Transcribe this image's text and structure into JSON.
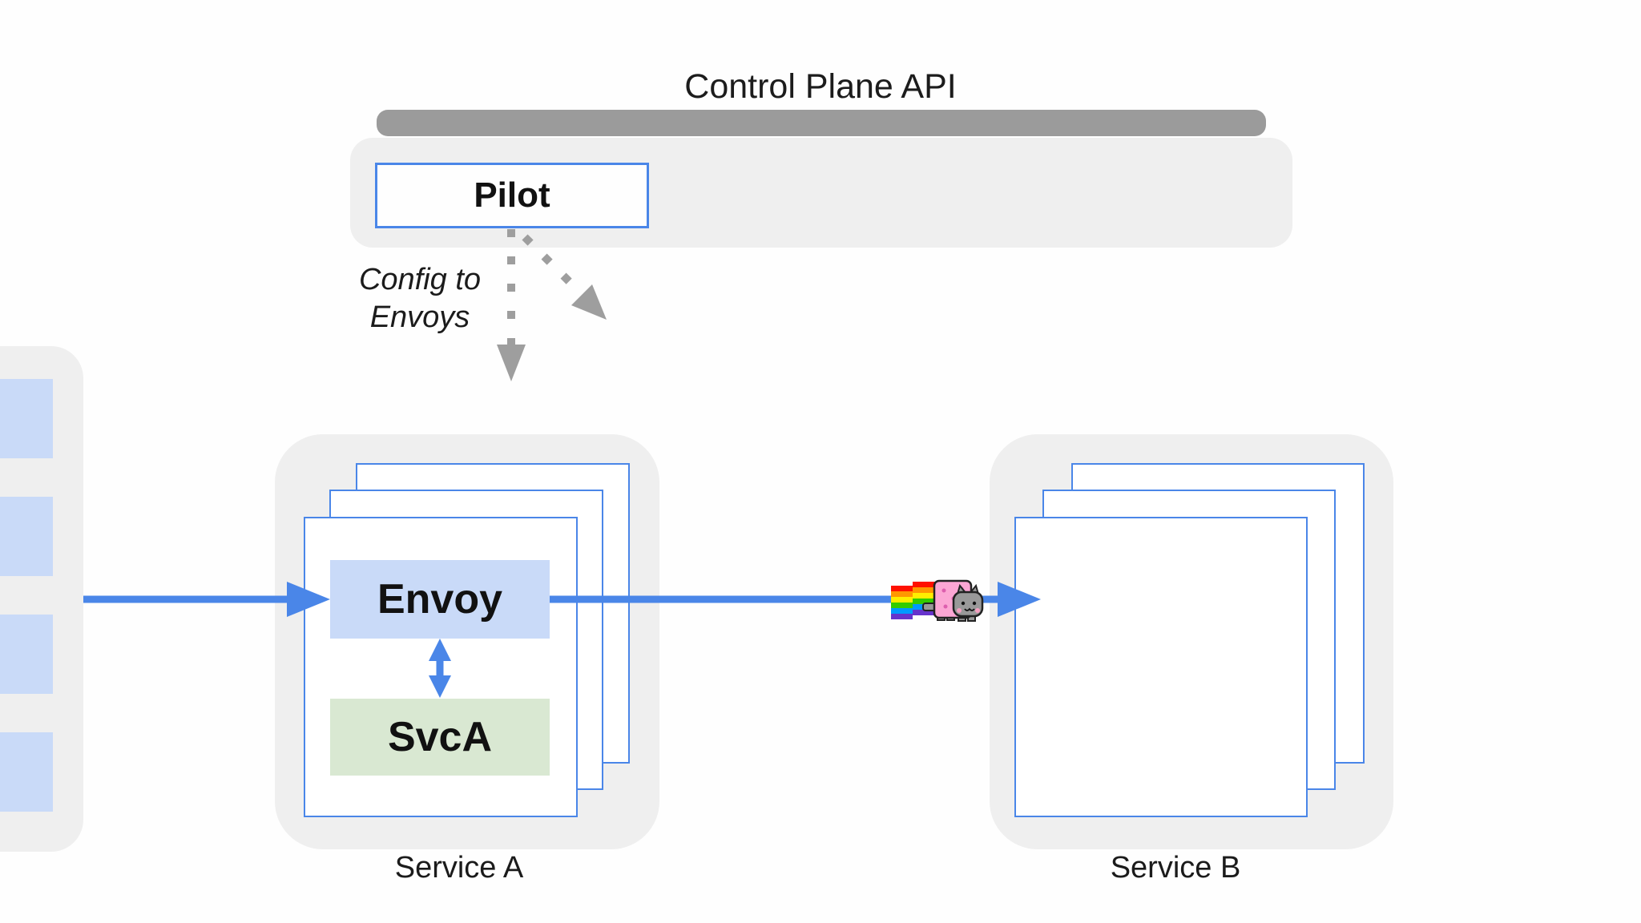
{
  "diagram": {
    "title": "Control Plane API",
    "control_plane": {
      "pilot_label": "Pilot"
    },
    "config_arrow": {
      "label_line1": "Config to",
      "label_line2": "Envoys"
    },
    "client_stack": {
      "square_count": 4
    },
    "service_a": {
      "label": "Service A",
      "replica_cards": 3,
      "envoy_label": "Envoy",
      "svc_label": "SvcA"
    },
    "service_b": {
      "label": "Service B",
      "replica_cards": 3
    },
    "icons": {
      "traffic": "nyan-cat-icon"
    },
    "colors": {
      "accent_blue": "#4a86e8",
      "box_blue_fill": "#c9daf8",
      "box_green_fill": "#d9e8d2",
      "container_gray": "#efefef",
      "bar_gray": "#9b9b9b",
      "dotted_arrow_gray": "#9e9e9e"
    }
  }
}
